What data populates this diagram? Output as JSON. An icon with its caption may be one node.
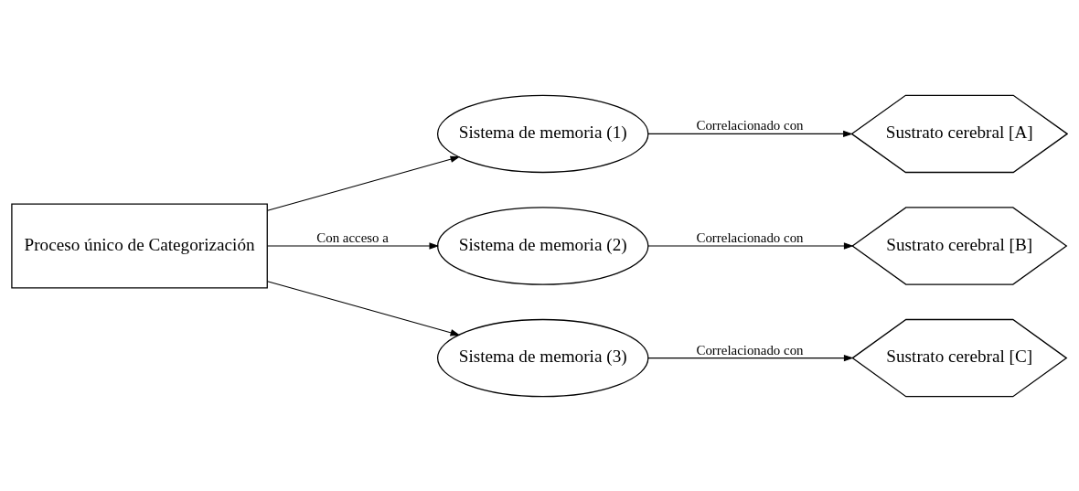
{
  "diagram": {
    "nodes": [
      {
        "text": [
          "Proceso único de Categorización"
        ]
      },
      {
        "text": [
          "Sistema de memoria (1)"
        ]
      },
      {
        "text": [
          "Sistema de memoria (2)"
        ]
      },
      {
        "text": [
          "Sistema de memoria (3)"
        ]
      },
      {
        "text": [
          "Sustrato cerebral [A]"
        ]
      },
      {
        "text": [
          "Sustrato cerebral [B]"
        ]
      },
      {
        "text": [
          "Sustrato cerebral [C]"
        ]
      }
    ],
    "edges": [
      {
        "from": 0,
        "to": 1,
        "arrow": "to"
      },
      {
        "from": 0,
        "to": 2,
        "arrow": "to",
        "label": "Con acceso a"
      },
      {
        "from": 0,
        "to": 3,
        "arrow": "to"
      },
      {
        "from": 1,
        "to": 4,
        "arrow": "to",
        "label": "Correlacionado con"
      },
      {
        "from": 2,
        "to": 5,
        "arrow": "to",
        "label": "Correlacionado con"
      },
      {
        "from": 3,
        "to": 6,
        "arrow": "to",
        "label": "Correlacionado con"
      }
    ]
  }
}
